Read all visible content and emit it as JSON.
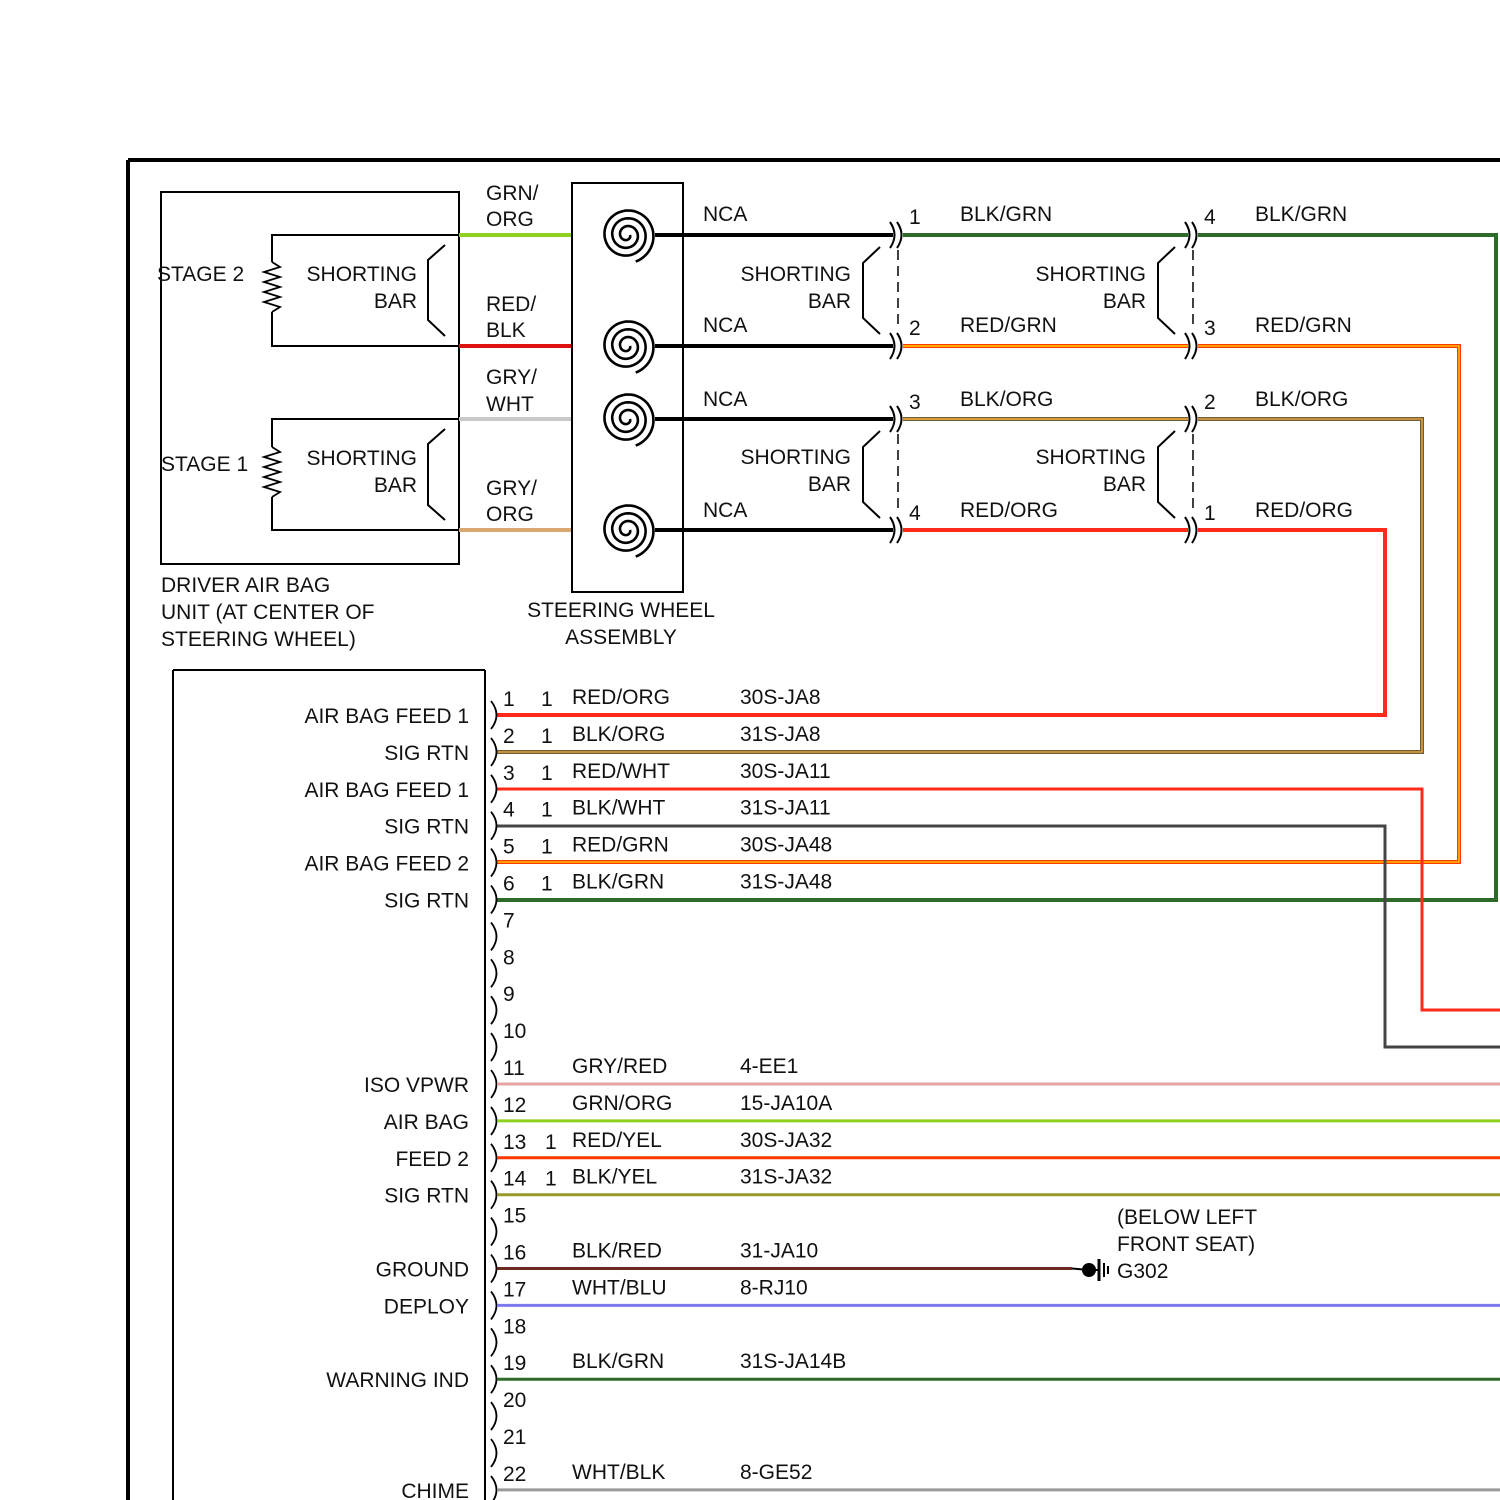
{
  "airbag_unit": {
    "stage2_label": "STAGE 2",
    "stage1_label": "STAGE 1",
    "shorting_label_1": "SHORTING",
    "shorting_label_2": "BAR",
    "caption": [
      "DRIVER AIR BAG",
      "UNIT (AT CENTER OF",
      "STEERING WHEEL)"
    ]
  },
  "steering_wheel": {
    "caption": [
      "STEERING WHEEL",
      "ASSEMBLY"
    ],
    "wire_colors": [
      [
        "GRN/",
        "ORG"
      ],
      [
        "RED/",
        "BLK"
      ],
      [
        "GRY/",
        "WHT"
      ],
      [
        "GRY/",
        "ORG"
      ]
    ],
    "nca_label": "NCA"
  },
  "connectors": {
    "row_a": {
      "pins": [
        "1",
        "2",
        "3",
        "4"
      ],
      "colors": [
        "BLK/GRN",
        "RED/GRN",
        "BLK/ORG",
        "RED/ORG"
      ]
    },
    "row_b": {
      "pins": [
        "4",
        "3",
        "2",
        "1"
      ],
      "colors": [
        "BLK/GRN",
        "RED/GRN",
        "BLK/ORG",
        "RED/ORG"
      ]
    },
    "shorting_label_1": "SHORTING",
    "shorting_label_2": "BAR"
  },
  "module": {
    "pin_labels": [
      {
        "pin": "1",
        "label": "AIR BAG FEED 1"
      },
      {
        "pin": "2",
        "label": "SIG RTN"
      },
      {
        "pin": "3",
        "label": "AIR BAG FEED 1"
      },
      {
        "pin": "4",
        "label": "SIG RTN"
      },
      {
        "pin": "5",
        "label": "AIR BAG FEED 2"
      },
      {
        "pin": "6",
        "label": "SIG RTN"
      },
      {
        "pin": "11",
        "label": "ISO VPWR"
      },
      {
        "pin": "12",
        "label": "AIR BAG"
      },
      {
        "pin": "13",
        "label": "FEED 2"
      },
      {
        "pin": "14",
        "label": "SIG RTN"
      },
      {
        "pin": "16",
        "label": "GROUND"
      },
      {
        "pin": "17",
        "label": "DEPLOY"
      },
      {
        "pin": "19",
        "label": "WARNING IND"
      },
      {
        "pin": "22",
        "label": "CHIME"
      }
    ],
    "pins": [
      {
        "pin": "1",
        "sub": "1",
        "color": "RED/ORG",
        "circuit": "30S-JA8",
        "wire": "#ff2a1a"
      },
      {
        "pin": "2",
        "sub": "1",
        "color": "BLK/ORG",
        "circuit": "31S-JA8",
        "wire": "#6b5f3a"
      },
      {
        "pin": "3",
        "sub": "1",
        "color": "RED/WHT",
        "circuit": "30S-JA11",
        "wire": "#ff2a1a"
      },
      {
        "pin": "4",
        "sub": "1",
        "color": "BLK/WHT",
        "circuit": "31S-JA11",
        "wire": "#444444"
      },
      {
        "pin": "5",
        "sub": "1",
        "color": "RED/GRN",
        "circuit": "30S-JA48",
        "wire": "#ff4a10"
      },
      {
        "pin": "6",
        "sub": "1",
        "color": "BLK/GRN",
        "circuit": "31S-JA48",
        "wire": "#2e6b2a"
      },
      {
        "pin": "7",
        "sub": "",
        "color": "",
        "circuit": "",
        "wire": ""
      },
      {
        "pin": "8",
        "sub": "",
        "color": "",
        "circuit": "",
        "wire": ""
      },
      {
        "pin": "9",
        "sub": "",
        "color": "",
        "circuit": "",
        "wire": ""
      },
      {
        "pin": "10",
        "sub": "",
        "color": "",
        "circuit": "",
        "wire": ""
      },
      {
        "pin": "11",
        "sub": "",
        "color": "GRY/RED",
        "circuit": "4-EE1",
        "wire": "#e9a3a3"
      },
      {
        "pin": "12",
        "sub": "",
        "color": "GRN/ORG",
        "circuit": "15-JA10A",
        "wire": "#8fd11f"
      },
      {
        "pin": "13",
        "sub": "1",
        "color": "RED/YEL",
        "circuit": "30S-JA32",
        "wire": "#ff3a00"
      },
      {
        "pin": "14",
        "sub": "1",
        "color": "BLK/YEL",
        "circuit": "31S-JA32",
        "wire": "#9a9a2a"
      },
      {
        "pin": "15",
        "sub": "",
        "color": "",
        "circuit": "",
        "wire": ""
      },
      {
        "pin": "16",
        "sub": "",
        "color": "BLK/RED",
        "circuit": "31-JA10",
        "wire": "#6b2a20"
      },
      {
        "pin": "17",
        "sub": "",
        "color": "WHT/BLU",
        "circuit": "8-RJ10",
        "wire": "#7a7aee"
      },
      {
        "pin": "18",
        "sub": "",
        "color": "",
        "circuit": "",
        "wire": ""
      },
      {
        "pin": "19",
        "sub": "",
        "color": "BLK/GRN",
        "circuit": "31S-JA14B",
        "wire": "#2e6b2a"
      },
      {
        "pin": "20",
        "sub": "",
        "color": "",
        "circuit": "",
        "wire": ""
      },
      {
        "pin": "21",
        "sub": "",
        "color": "",
        "circuit": "",
        "wire": ""
      },
      {
        "pin": "22",
        "sub": "",
        "color": "WHT/BLK",
        "circuit": "8-GE52",
        "wire": "#999999"
      }
    ]
  },
  "ground": {
    "location": [
      "(BELOW LEFT",
      "FRONT SEAT)"
    ],
    "id": "G302"
  }
}
